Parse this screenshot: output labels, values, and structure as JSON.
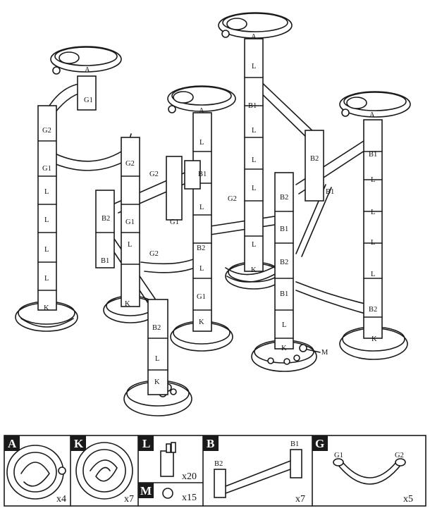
{
  "assembly": {
    "towers": [
      {
        "name": "tower-1",
        "labels": [
          "A",
          "G1",
          "G2",
          "G1",
          "L",
          "L",
          "L",
          "L",
          "K"
        ]
      },
      {
        "name": "tower-2",
        "labels": [
          "A",
          "L",
          "B1",
          "L",
          "L",
          "L",
          "L",
          "K"
        ]
      },
      {
        "name": "tower-3",
        "labels": [
          "A",
          "L",
          "B1",
          "L",
          "B2",
          "L",
          "G1",
          "K"
        ]
      },
      {
        "name": "tower-4",
        "labels": [
          "A",
          "B1",
          "L",
          "L",
          "L",
          "L",
          "B2",
          "K"
        ]
      },
      {
        "name": "tower-5",
        "labels": [
          "B2",
          "B1",
          "B2",
          "B1",
          "L",
          "K",
          "M"
        ]
      },
      {
        "name": "tower-6",
        "labels": [
          "B2",
          "L",
          "K"
        ]
      },
      {
        "name": "tower-7",
        "labels": [
          "G2",
          "B2",
          "G1",
          "B1"
        ]
      },
      {
        "name": "tower-8",
        "labels": [
          "G2",
          "G1",
          "B2",
          "G2"
        ]
      }
    ]
  },
  "legend": {
    "A": {
      "letter": "A",
      "qty": "x4"
    },
    "K": {
      "letter": "K",
      "qty": "x7"
    },
    "L": {
      "letter": "L",
      "qty": "x20"
    },
    "M": {
      "letter": "M",
      "qty": "x15"
    },
    "B": {
      "letter": "B",
      "qty": "x7",
      "left_label": "B2",
      "right_label": "B1"
    },
    "G": {
      "letter": "G",
      "qty": "x5",
      "left_label": "G1",
      "right_label": "G2"
    }
  }
}
